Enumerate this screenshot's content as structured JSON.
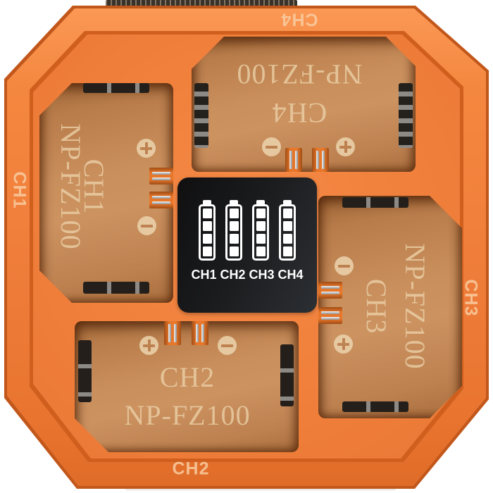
{
  "product": {
    "kind": "four-channel battery charger",
    "battery_model": "NP-FZ100"
  },
  "edge_labels": {
    "top": "CH4",
    "bottom": "CH2",
    "left": "CH1",
    "right": "CH3"
  },
  "slots": [
    {
      "channel": "CH1",
      "model": "NP-FZ100",
      "position": "left",
      "plus_at": "top",
      "minus_at": "bottom"
    },
    {
      "channel": "CH2",
      "model": "NP-FZ100",
      "position": "bottom",
      "plus_at": "left",
      "minus_at": "right"
    },
    {
      "channel": "CH3",
      "model": "NP-FZ100",
      "position": "right",
      "plus_at": "bottom",
      "minus_at": "top"
    },
    {
      "channel": "CH4",
      "model": "NP-FZ100",
      "position": "top",
      "plus_at": "right",
      "minus_at": "left"
    }
  ],
  "display": {
    "channels": [
      "CH1",
      "CH2",
      "CH3",
      "CH4"
    ],
    "batteries": [
      {
        "channel": "CH1",
        "segments_filled": 4,
        "segments_total": 4
      },
      {
        "channel": "CH2",
        "segments_filled": 4,
        "segments_total": 4
      },
      {
        "channel": "CH3",
        "segments_filled": 4,
        "segments_total": 4
      },
      {
        "channel": "CH4",
        "segments_filled": 4,
        "segments_total": 4
      }
    ]
  },
  "colors": {
    "body_orange": "#ee7c3a",
    "bezel_orange_light": "#fb9a57",
    "outline_orange_dark": "#c2571b",
    "slot_recess_tan": "#c48a58",
    "molded_text_cream": "#ecd2aa",
    "display_black": "#1a1b1d",
    "display_icon_white": "#ffffff",
    "clip_black": "#241f1b",
    "pin_metal": "#c9c9c9",
    "background_white": "#ffffff"
  }
}
